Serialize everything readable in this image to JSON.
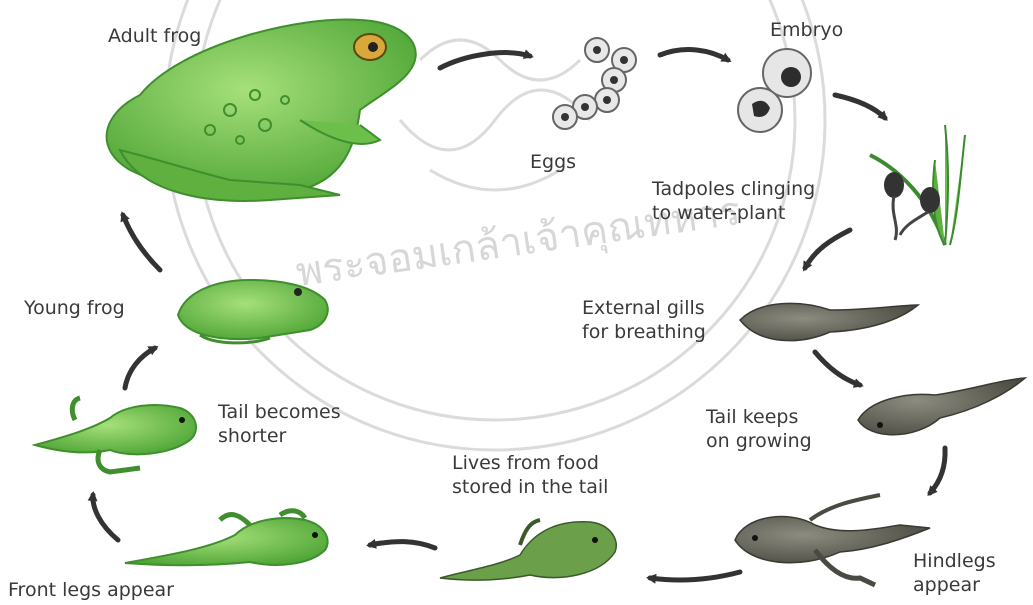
{
  "watermark": {
    "text": "พระจอมเกล้าเจ้าคุณทหาร"
  },
  "stages": {
    "adult": {
      "label": "Adult frog"
    },
    "eggs": {
      "label": "Eggs"
    },
    "embryo": {
      "label": "Embryo"
    },
    "tadpoles": {
      "line1": "Tadpoles clinging",
      "line2": "to water-plant"
    },
    "gills": {
      "line1": "External gills",
      "line2": "for breathing"
    },
    "tail_growing": {
      "line1": "Tail keeps",
      "line2": "on growing"
    },
    "hindlegs": {
      "line1": "Hindlegs",
      "line2": "appear"
    },
    "food": {
      "line1": "Lives from food",
      "line2": "stored in the tail"
    },
    "front_legs": {
      "label": "Front legs appear"
    },
    "tail_shorter": {
      "line1": "Tail becomes",
      "line2": "shorter"
    },
    "young": {
      "label": "Young frog"
    }
  },
  "colors": {
    "frog_green": "#7cc85a",
    "frog_dark": "#3f8f2e",
    "tadpole": "#6b6b60",
    "arrow": "#333333",
    "watermark": "#bdbdbd"
  }
}
